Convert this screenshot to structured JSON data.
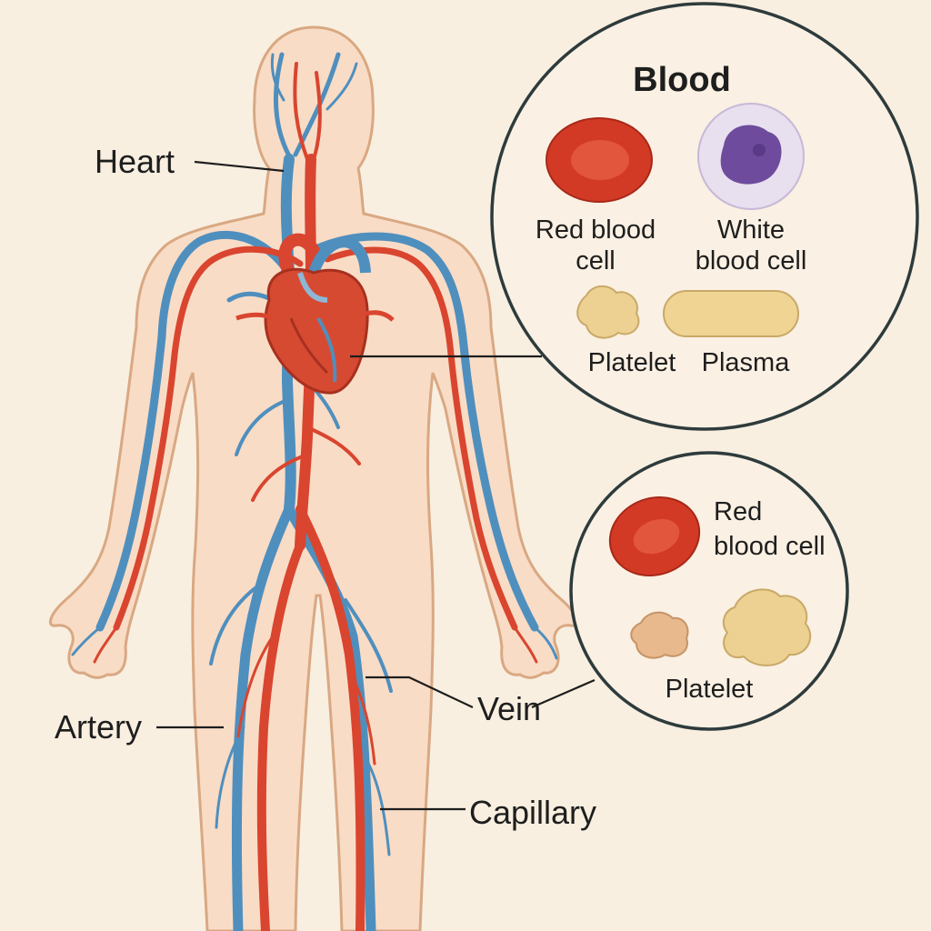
{
  "colors": {
    "background": "#f8efe1",
    "skin": "#f9dcc6",
    "skin_outline": "#d9a882",
    "artery": "#d9452f",
    "vein": "#4f8fbe",
    "heart": "#d64a32",
    "circle_fill": "#faf0e3",
    "circle_stroke": "#2e3b3c",
    "red_cell": "#d33a26",
    "white_cell": "#6e4b9c",
    "platelet": "#ecd193",
    "plasma": "#efd493",
    "leader": "#1e1e1e"
  },
  "labels": {
    "heart": "Heart",
    "artery": "Artery",
    "vein": "Vein",
    "capillary": "Capillary"
  },
  "blood_panel": {
    "title": "Blood",
    "red_blood_cell": [
      "Red blood",
      "cell"
    ],
    "white_blood_cell": [
      "White",
      "blood cell"
    ],
    "platelet": "Platelet",
    "plasma": "Plasma"
  },
  "zoom_panel": {
    "red_blood_cell": [
      "Red",
      "blood cell"
    ],
    "platelet": "Platelet"
  }
}
